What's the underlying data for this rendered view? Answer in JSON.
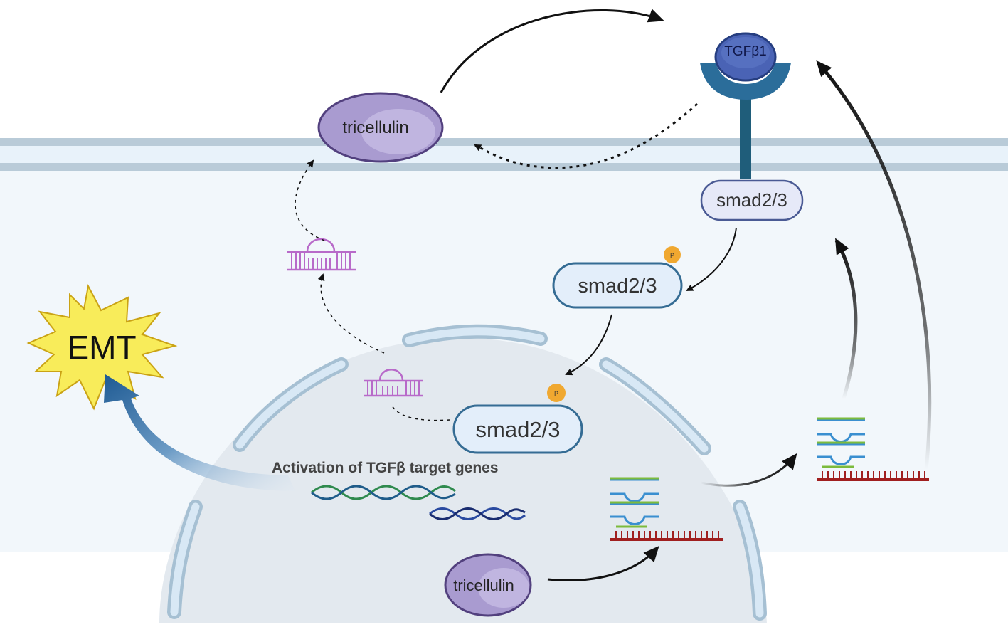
{
  "receptor": {
    "ligand_label": "TGFβ1"
  },
  "membrane_protein": {
    "label": "tricellulin"
  },
  "nuclear_protein": {
    "label": "tricellulin"
  },
  "smad": {
    "receptor_bound_label": "smad2/3",
    "phospho_cytoplasm_label": "smad2/3",
    "phospho_nucleus_label": "smad2/3",
    "phospho_badge": "P"
  },
  "nucleus": {
    "gene_activation_label": "Activation of TGFβ target genes"
  },
  "outcome": {
    "label": "EMT"
  },
  "colors": {
    "membrane": "#b9cbd8",
    "membrane_light": "#e8f2fa",
    "cytoplasm": "#f2f7fb",
    "nucleus": "#e3e9ef",
    "nuclear_envelope": "#cfe2f3",
    "tricellulin_fill": "#a99bd0",
    "receptor": "#2b6d9a",
    "ligand": "#4a63b5",
    "smad_fill": "#e3eefa",
    "smad_stroke": "#356c94",
    "phospho": "#f0a830",
    "mirna": "#b86ac9",
    "emt_burst": "#f8ec5a",
    "dna_green": "#2f8a4e",
    "dna_blue": "#2a4aa0",
    "mrna_red": "#a01f1f",
    "ribosome_blue": "#3a8fd0",
    "ribosome_green": "#7cbb3c"
  }
}
